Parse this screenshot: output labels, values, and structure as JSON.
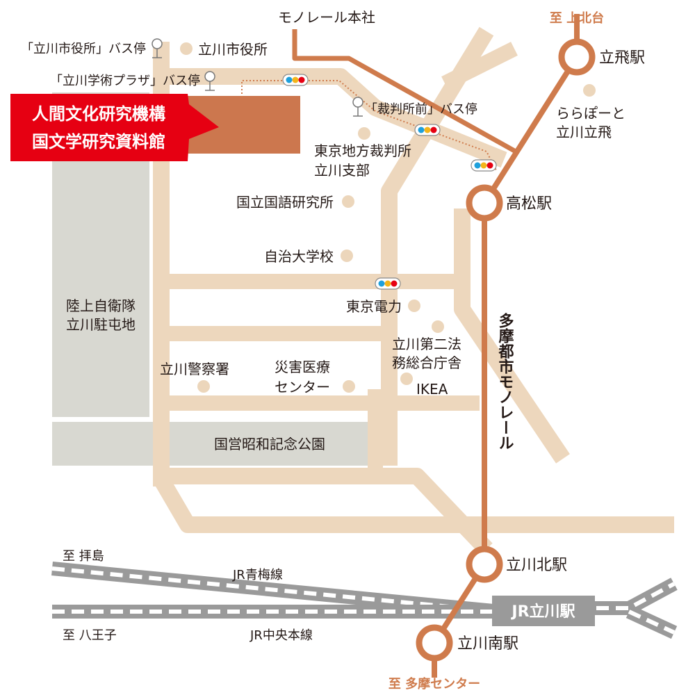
{
  "colors": {
    "road": "#edd7bd",
    "area_gray": "#d8d8d1",
    "building": "#cc774e",
    "monorail": "#cf7b4c",
    "poi_dot": "#ecd6bb",
    "rail_gray": "#9a9a9a",
    "callout_red": "#e60012"
  },
  "callout": {
    "line1": "人間文化研究機構",
    "line2": "国文学研究資料館"
  },
  "areas": {
    "jsdf_line1": "陸上自衛隊",
    "jsdf_line2": "立川駐屯地",
    "park": "国営昭和記念公園"
  },
  "bus_stops": {
    "city_office": "「立川市役所」バス停",
    "academic_plaza": "「立川学術プラザ」バス停",
    "court_front": "「裁判所前」バス停"
  },
  "pois": {
    "city_office": "立川市役所",
    "monorail_hq": "モノレール本社",
    "court_line1": "東京地方裁判所",
    "court_line2": "立川支部",
    "ninjal": "国立国語研究所",
    "jichi": "自治大学校",
    "tepco": "東京電力",
    "legal_line1": "立川第二法",
    "legal_line2": "務総合庁舎",
    "ikea": "IKEA",
    "police": "立川警察署",
    "disaster_line1": "災害医療",
    "disaster_line2": "センター",
    "lalaport_line1": "ららぽーと",
    "lalaport_line2": "立川立飛"
  },
  "stations": {
    "tachihi": "立飛駅",
    "takamatsu": "高松駅",
    "tachikawa_kita": "立川北駅",
    "tachikawa_minami": "立川南駅",
    "jr_tachikawa": "JR立川駅"
  },
  "directions": {
    "kamikitadai": "至 上北台",
    "tama_center": "至 多摩センター",
    "haijima": "至 拝島",
    "hachioji": "至 八王子"
  },
  "lines": {
    "monorail": "多摩都市モノレール",
    "ome": "JR青梅線",
    "chuo": "JR中央本線"
  },
  "icons": {
    "traffic_signal": "traffic-signal-icon",
    "bus_stop": "bus-stop-icon",
    "poi": "poi-dot-icon"
  }
}
